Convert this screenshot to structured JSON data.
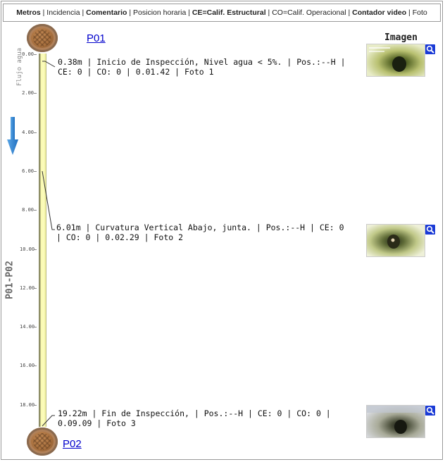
{
  "legend": [
    {
      "text": "Metros",
      "bold": true
    },
    {
      "text": " | ",
      "bold": false
    },
    {
      "text": "Incidencia",
      "bold": false
    },
    {
      "text": " | ",
      "bold": false
    },
    {
      "text": "Comentario",
      "bold": true
    },
    {
      "text": " | ",
      "bold": false
    },
    {
      "text": "Posicion horaria",
      "bold": false
    },
    {
      "text": " | ",
      "bold": false
    },
    {
      "text": "CE=Calif. Estructural",
      "bold": true
    },
    {
      "text": " | ",
      "bold": false
    },
    {
      "text": "CO=Calif. Operacional",
      "bold": false
    },
    {
      "text": " | ",
      "bold": false
    },
    {
      "text": " Contador video",
      "bold": true
    },
    {
      "text": " | ",
      "bold": false
    },
    {
      "text": "Foto",
      "bold": false
    }
  ],
  "nodes": {
    "start": "P01",
    "end": "P02"
  },
  "segment_label": "P01-P02",
  "flow_label": "Flujo agua",
  "image_column_header": "Imagen",
  "scale_ticks": [
    "0.00",
    "2.00",
    "4.00",
    "6.00",
    "8.00",
    "10.00",
    "12.00",
    "14.00",
    "16.00",
    "18.00"
  ],
  "observations": [
    {
      "text": "0.38m | Inicio de Inspección, Nivel agua < 5%. | Pos.:--H | CE: 0 | CO: 0 | 0.01.42 | Foto 1",
      "distance_m": 0.38,
      "photo": "Foto 1"
    },
    {
      "text": "6.01m | Curvatura Vertical Abajo, junta. | Pos.:--H | CE: 0 | CO: 0 | 0.02.29 | Foto 2",
      "distance_m": 6.01,
      "photo": "Foto 2"
    },
    {
      "text": "19.22m | Fin de Inspección, | Pos.:--H | CE: 0 | CO: 0 | 0.09.09 | Foto 3",
      "distance_m": 19.22,
      "photo": "Foto 3"
    }
  ],
  "colors": {
    "pipe_fill": "#fcfcbe",
    "link": "#0000cc",
    "zoom_button": "#1a3ad6",
    "flow_arrow": "#2a7fd0"
  },
  "icons": [
    "manhole-icon",
    "flow-arrow-icon",
    "zoom-icon"
  ]
}
